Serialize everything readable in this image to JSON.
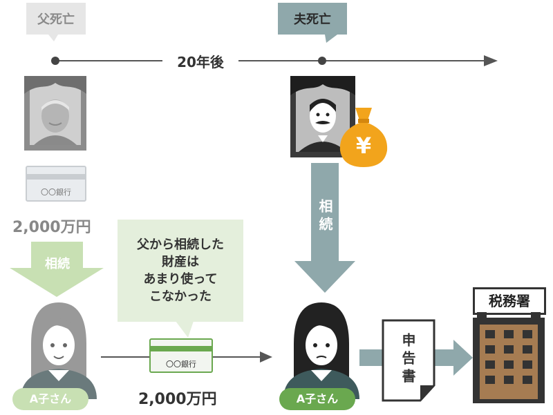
{
  "timeline": {
    "father_death": "父死亡",
    "husband_death": "夫死亡",
    "gap_label": "20年後"
  },
  "left": {
    "bank_label": "〇〇銀行",
    "amount": "2,000万円",
    "inherit_label": "相続",
    "person_label": "A子さん"
  },
  "speech": {
    "line1": "父から相続した",
    "line2": "財産は",
    "line3": "あまり使って",
    "line4": "こなかった"
  },
  "transfer": {
    "bank_label": "〇〇銀行",
    "amount": "2,000万円"
  },
  "right": {
    "money_symbol": "¥",
    "inherit_label": "相続",
    "person_label": "A子さん",
    "document_label": "申告書",
    "office_label": "税務署"
  },
  "colors": {
    "gray_light": "#e6e6e6",
    "gray_mid": "#999999",
    "teal": "#8fa8ab",
    "green": "#c8e0b3",
    "green_dark": "#6aa84f",
    "gold": "#f2a41c",
    "building": "#a67c52"
  }
}
